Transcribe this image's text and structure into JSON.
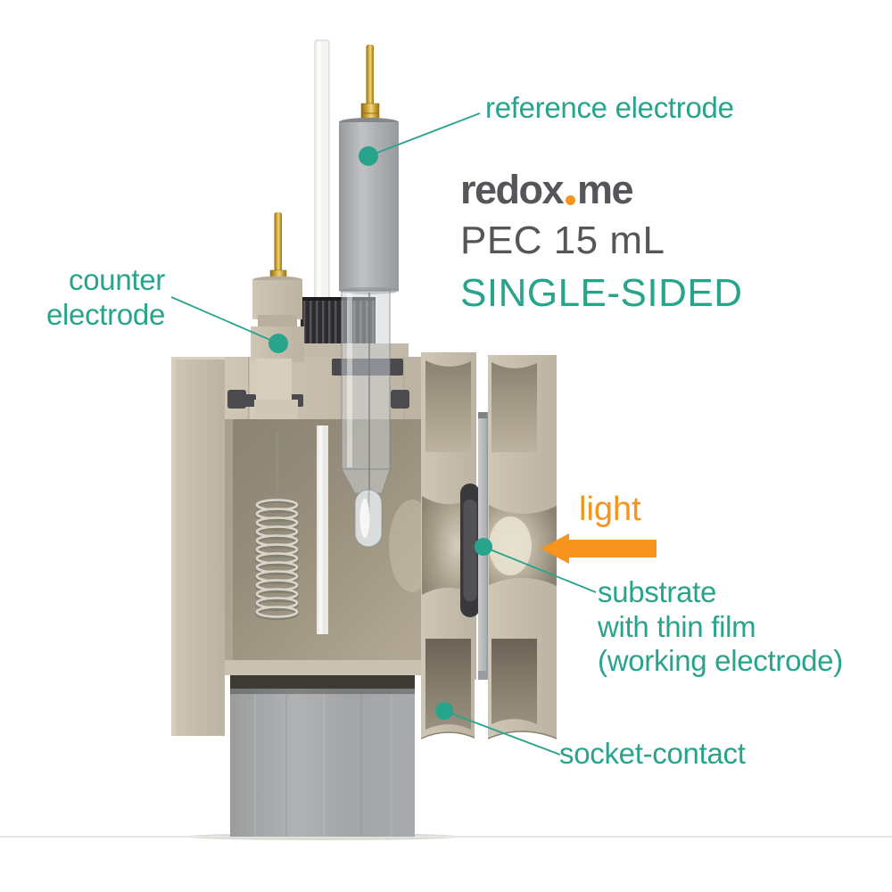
{
  "header": {
    "brand_logo": {
      "text_before_dot": "redox",
      "text_after_dot": "me"
    },
    "product_name": "PEC 15 mL",
    "product_variant": "SINGLE-SIDED"
  },
  "annotations": {
    "reference_electrode": "reference electrode",
    "counter_electrode": "counter electrode",
    "light": "light",
    "substrate": "substrate\nwith thin film\n(working electrode)",
    "socket_contact": "socket-contact"
  },
  "colors": {
    "teal": "#29a48c",
    "orange": "#f7941e",
    "logo_gray": "#55565a",
    "body_tan": "#c8beac",
    "cavity_olive": "#978e7c",
    "metal_gray": "#a9abad",
    "gold": "#d4ab3a",
    "oring_dark": "#4b4b4f"
  }
}
